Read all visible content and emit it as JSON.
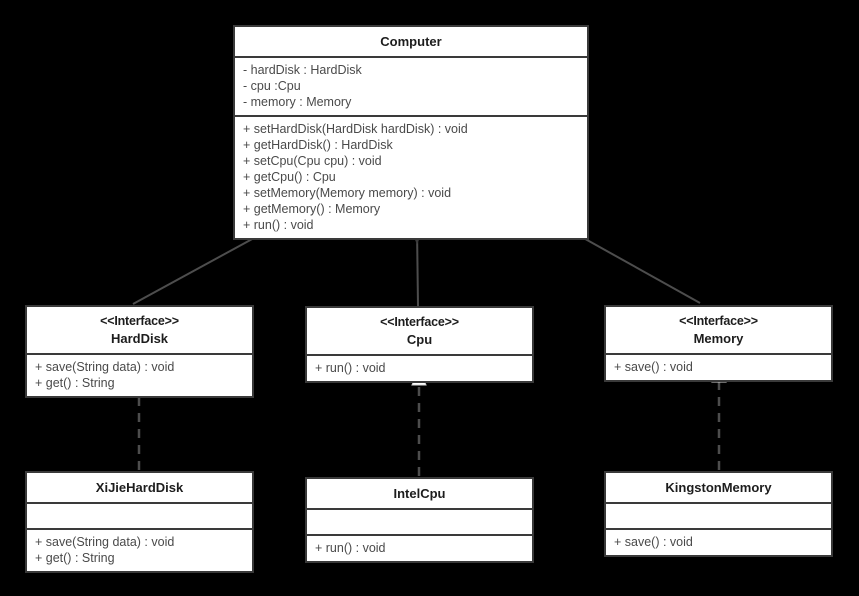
{
  "diagram": {
    "type": "uml-class-diagram",
    "background_color": "#000000",
    "box_fill": "#ffffff",
    "box_border": "#3a3a3a",
    "text_color": "#1d1d1d",
    "member_text_color": "#4a4a4a",
    "edge_color": "#4d4d4d",
    "stereotype_interface": "<<Interface>>"
  },
  "classes": {
    "computer": {
      "name": "Computer",
      "stereotype": "",
      "attributes": [
        "- hardDisk : HardDisk",
        "- cpu :Cpu",
        "- memory : Memory"
      ],
      "methods": [
        "+ setHardDisk(HardDisk hardDisk) : void",
        "+ getHardDisk() : HardDisk",
        "+ setCpu(Cpu cpu) : void",
        "+ getCpu() : Cpu",
        "+ setMemory(Memory memory) : void",
        "+ getMemory() : Memory",
        "+ run() : void"
      ]
    },
    "harddisk_interface": {
      "name": "HardDisk",
      "stereotype": "<<Interface>>",
      "methods": [
        "+ save(String data) : void",
        "+ get() : String"
      ]
    },
    "cpu_interface": {
      "name": "Cpu",
      "stereotype": "<<Interface>>",
      "methods": [
        "+ run() : void"
      ]
    },
    "memory_interface": {
      "name": "Memory",
      "stereotype": "<<Interface>>",
      "methods": [
        "+ save() : void"
      ]
    },
    "xijieharddisk": {
      "name": "XiJieHardDisk",
      "stereotype": "",
      "attributes": [],
      "methods": [
        "+ save(String data) : void",
        "+ get() : String"
      ]
    },
    "intelcpu": {
      "name": "IntelCpu",
      "stereotype": "",
      "attributes": [],
      "methods": [
        "+ run() : void"
      ]
    },
    "kingstonmemory": {
      "name": "KingstonMemory",
      "stereotype": "",
      "attributes": [],
      "methods": [
        "+ save() : void"
      ]
    }
  },
  "relationships": [
    {
      "from": "Computer",
      "to": "HardDisk",
      "type": "composition",
      "notation": "filled-diamond"
    },
    {
      "from": "Computer",
      "to": "Cpu",
      "type": "composition",
      "notation": "filled-diamond"
    },
    {
      "from": "Computer",
      "to": "Memory",
      "type": "composition",
      "notation": "filled-diamond"
    },
    {
      "from": "XiJieHardDisk",
      "to": "HardDisk",
      "type": "realization",
      "notation": "dashed-hollow-triangle"
    },
    {
      "from": "IntelCpu",
      "to": "Cpu",
      "type": "realization",
      "notation": "dashed-hollow-triangle"
    },
    {
      "from": "KingstonMemory",
      "to": "Memory",
      "type": "realization",
      "notation": "dashed-hollow-triangle"
    }
  ]
}
